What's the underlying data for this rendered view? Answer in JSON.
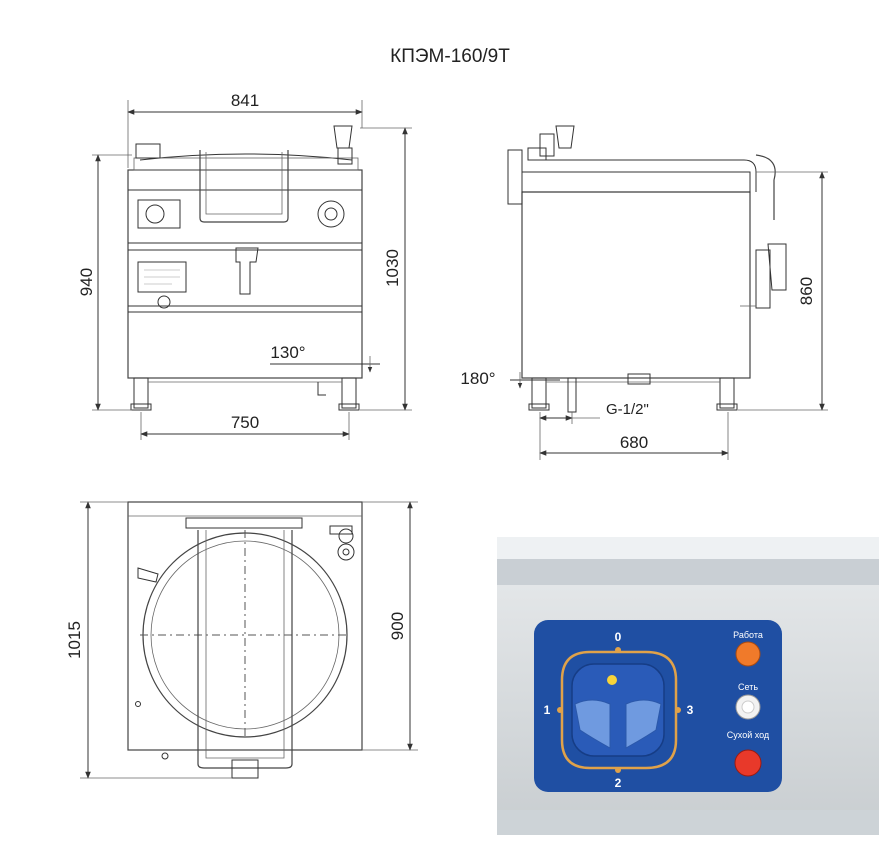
{
  "title": "КПЭМ-160/9Т",
  "front_view": {
    "width_top": "841",
    "height_left": "940",
    "height_right": "1030",
    "angle_label": "130°",
    "width_legs": "750"
  },
  "side_view": {
    "angle_label": "180°",
    "height_right": "860",
    "pipe_label": "G-1/2\"",
    "depth": "680"
  },
  "top_view": {
    "depth_left": "1015",
    "depth_right": "900"
  },
  "control_panel": {
    "dial_positions": [
      "0",
      "1",
      "2",
      "3"
    ],
    "indicators": [
      {
        "label": "Работа",
        "color": "#f07a2a"
      },
      {
        "label": "Сеть",
        "color": "#f2f2f2"
      },
      {
        "label": "Сухой ход",
        "color": "#e8392a"
      }
    ],
    "panel_color": "#1f4fa3",
    "dial_ring_color": "#e0a24a"
  }
}
